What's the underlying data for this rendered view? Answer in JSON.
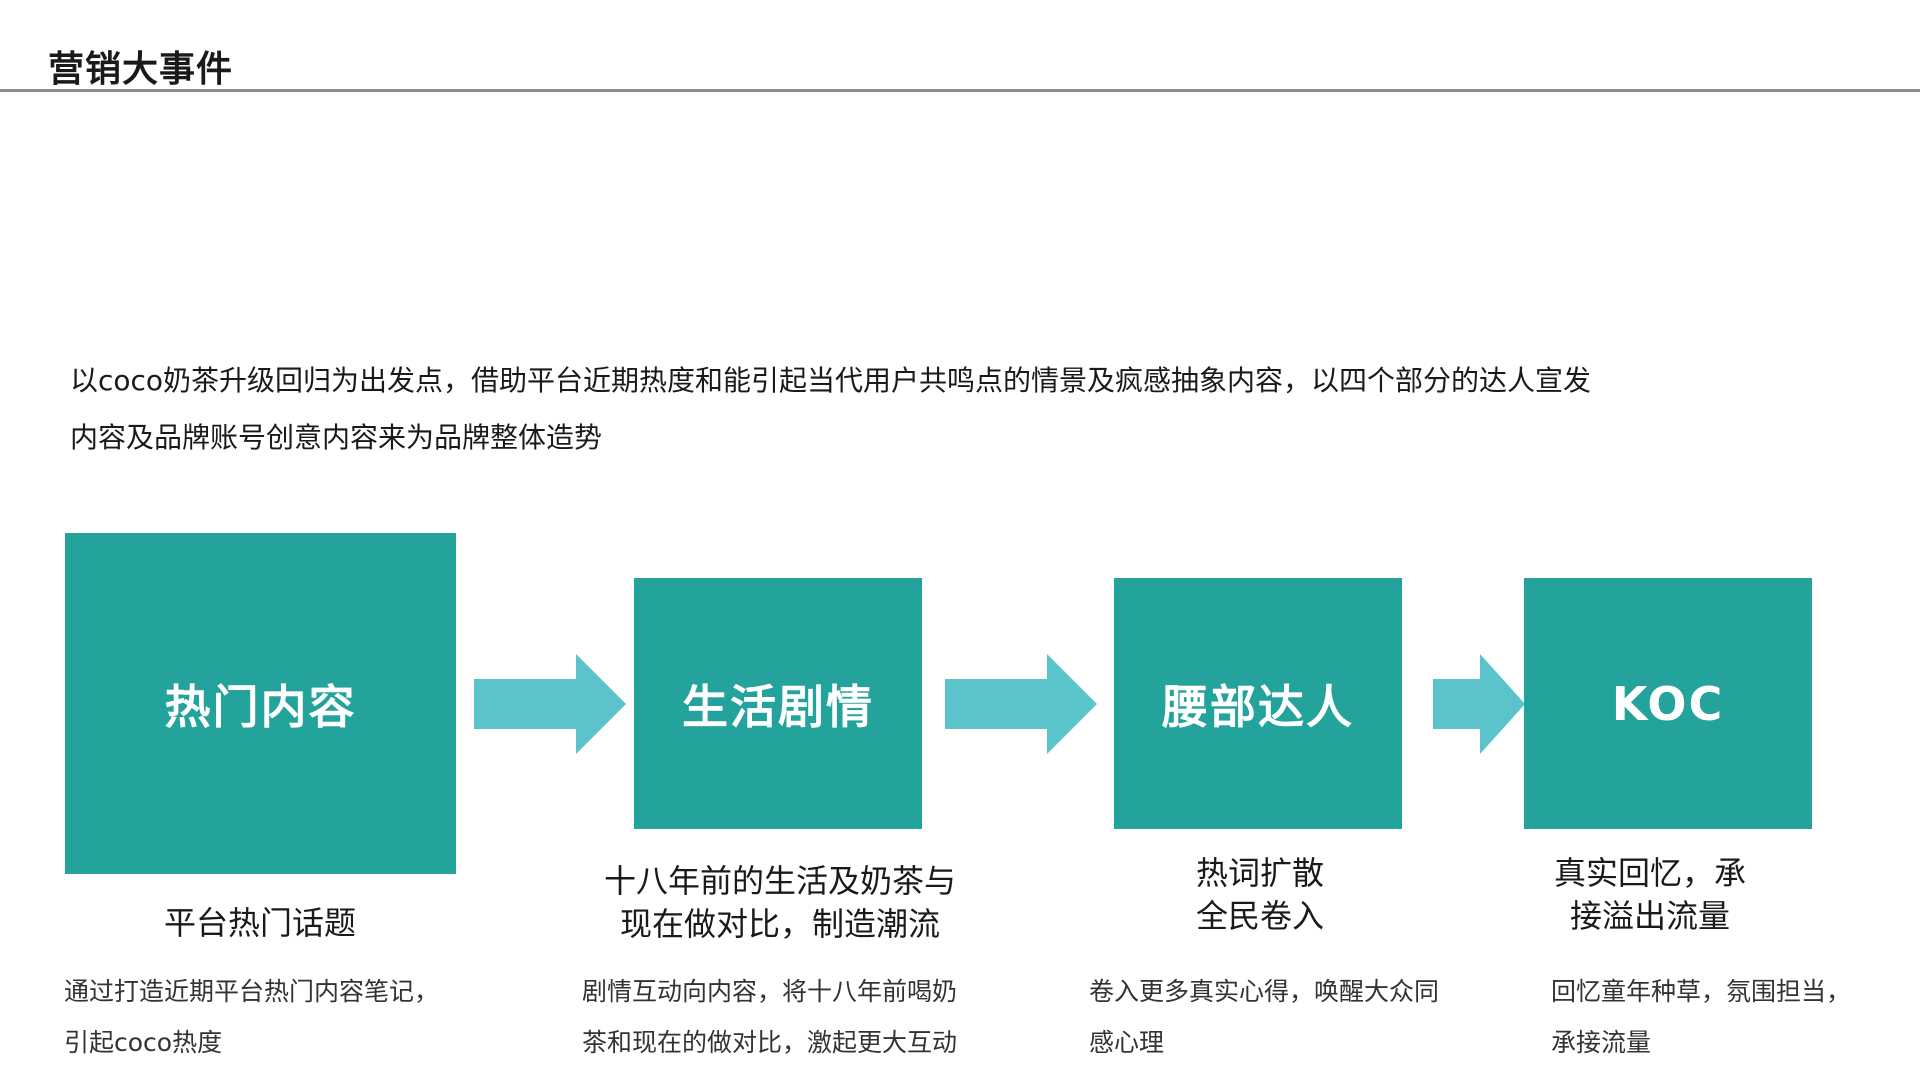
{
  "page": {
    "title": "营销大事件"
  },
  "intro": {
    "line1": "以coco奶茶升级回归为出发点，借助平台近期热度和能引起当代用户共鸣点的情景及疯感抽象内容，以四个部分的达人宣发",
    "line2": "内容及品牌账号创意内容来为品牌整体造势"
  },
  "theme": {
    "box_color": "#24a39c",
    "arrow_color": "#5bc3cc",
    "rule_color": "#8c8c8c"
  },
  "stages": [
    {
      "label": "热门内容",
      "subtitle": [
        "平台热门话题"
      ],
      "description": [
        "通过打造近期平台热门内容笔记，",
        "引起coco热度"
      ]
    },
    {
      "label": "生活剧情",
      "subtitle": [
        "十八年前的生活及奶茶与",
        "现在做对比，制造潮流"
      ],
      "description": [
        "剧情互动向内容，将十八年前喝奶",
        "茶和现在的做对比，激起更大互动"
      ]
    },
    {
      "label": "腰部达人",
      "subtitle": [
        "热词扩散",
        "全民卷入"
      ],
      "description": [
        "卷入更多真实心得，唤醒大众同",
        "感心理"
      ]
    },
    {
      "label": "KOC",
      "subtitle": [
        "真实回忆，承",
        "接溢出流量"
      ],
      "description": [
        "回忆童年种草，氛围担当，",
        "承接流量"
      ]
    }
  ],
  "icons": [
    "arrow-right-icon"
  ]
}
